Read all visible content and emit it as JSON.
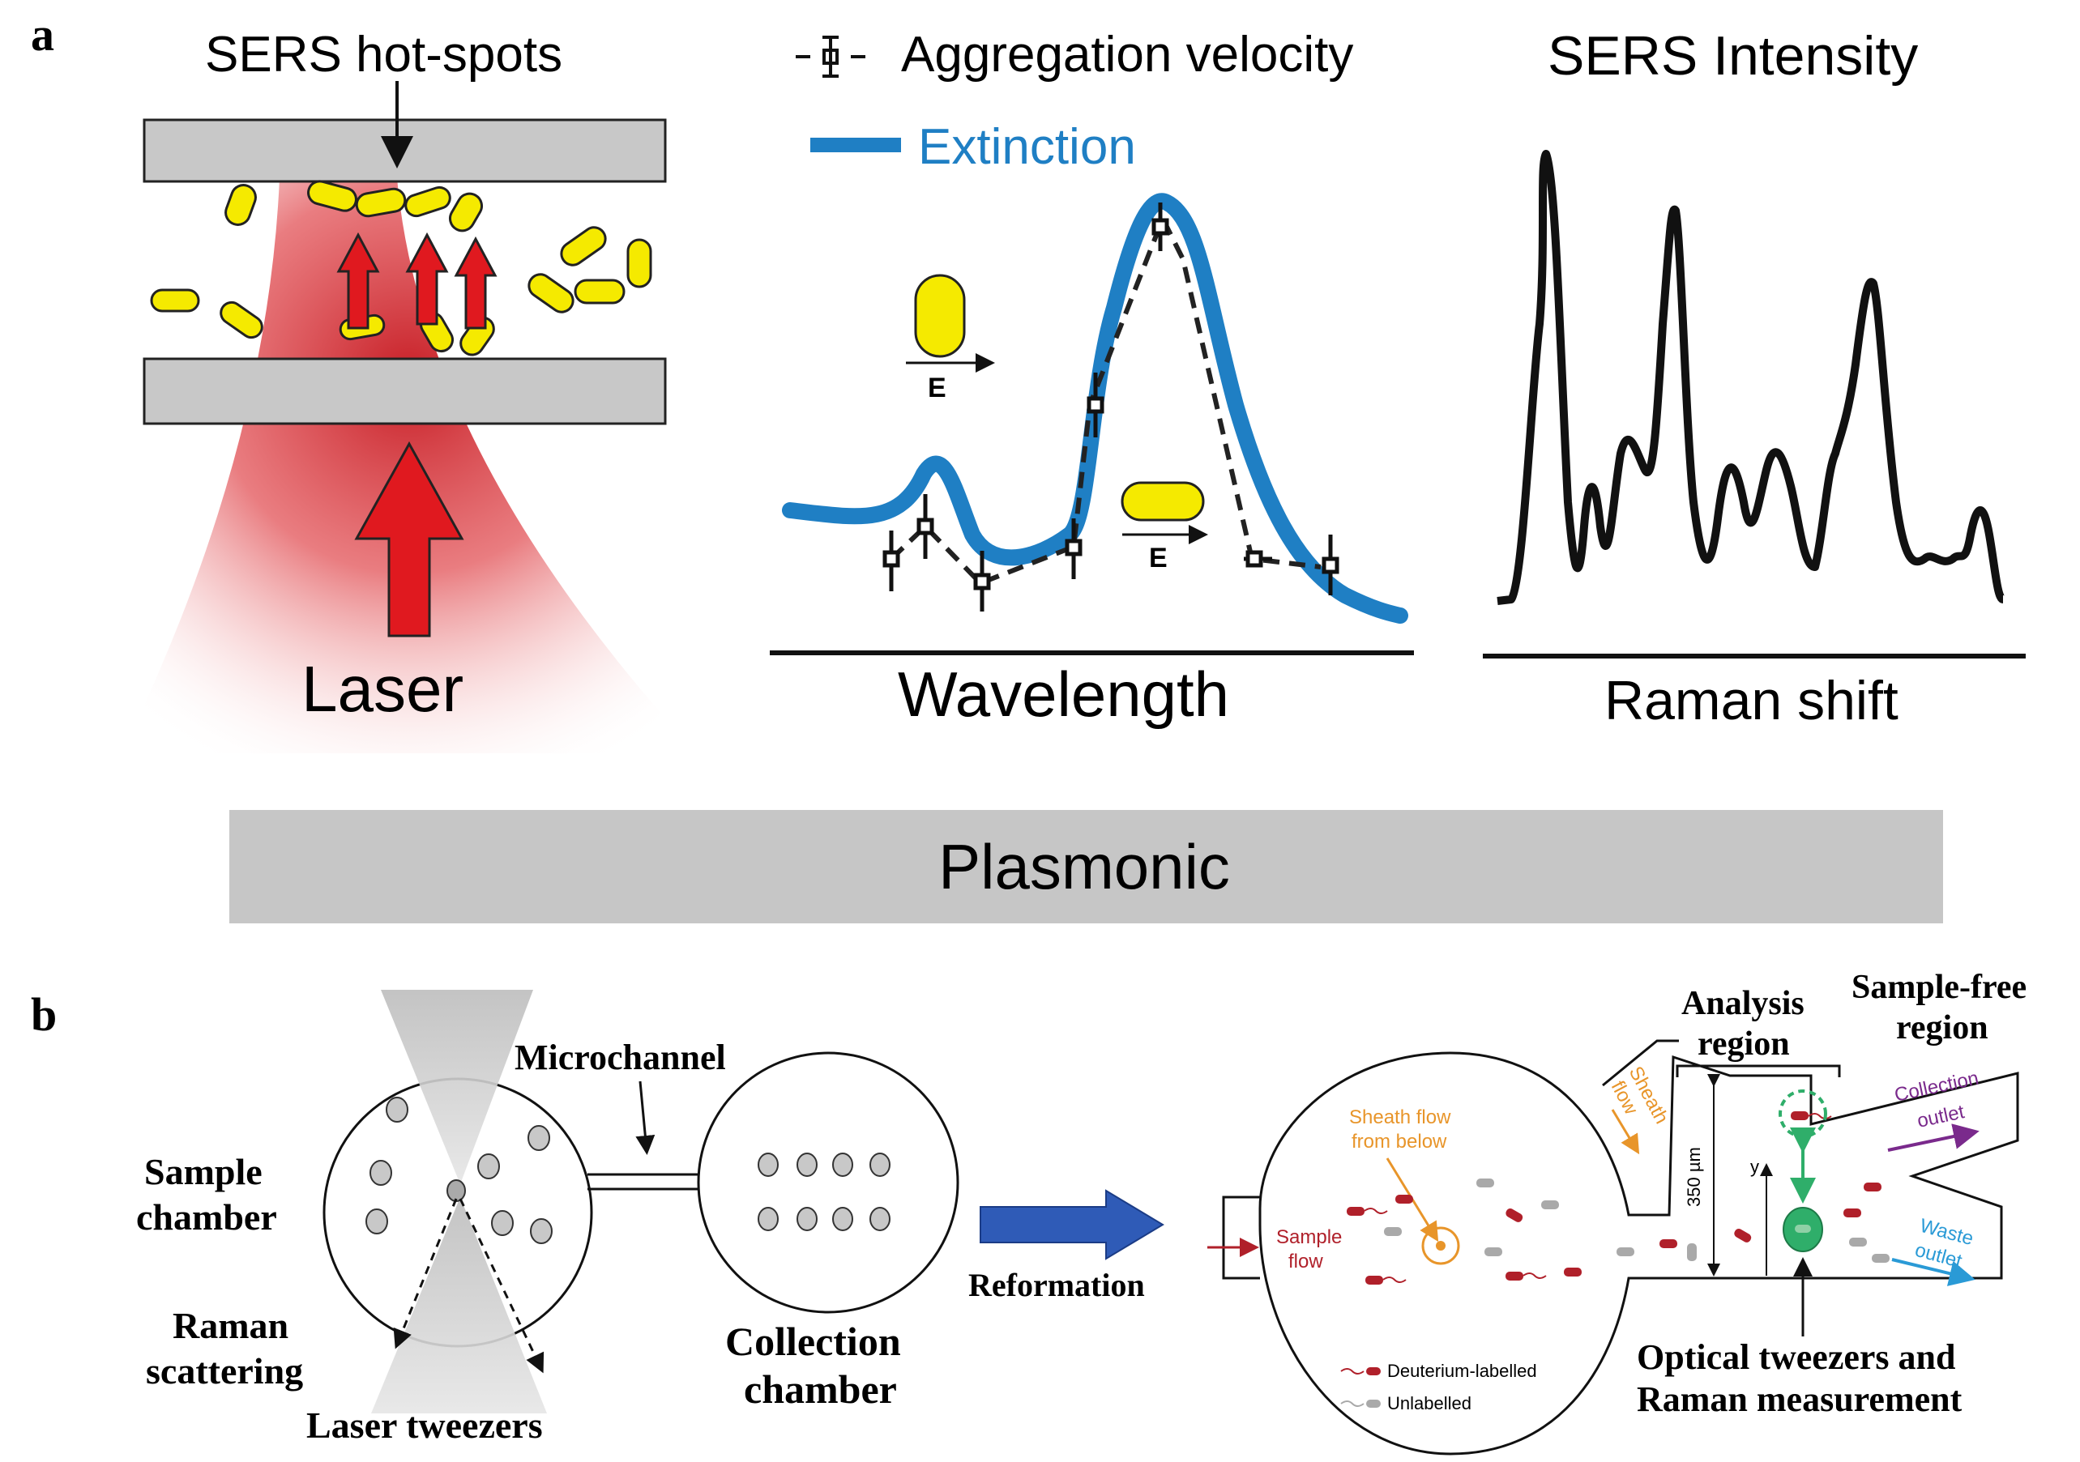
{
  "panel_a": {
    "letter": "a",
    "hotspots_label": "SERS hot-spots",
    "laser_label": "Laser",
    "legend_aggregation": "Aggregation velocity",
    "legend_extinction": "Extinction",
    "field_label_vertical": "E",
    "field_label_horizontal": "E",
    "wavelength_label": "Wavelength",
    "sers_title": "SERS Intensity",
    "raman_shift_label": "Raman shift",
    "banner_label": "Plasmonic",
    "colors": {
      "extinction": "#1f7fc4",
      "particle": "#f5ea00",
      "laser": "#e0191f",
      "plate": "#c8c8c8"
    }
  },
  "panel_b": {
    "letter": "b",
    "microchannel_label": "Microchannel",
    "sample_chamber_label_1": "Sample",
    "sample_chamber_label_2": "chamber",
    "raman_scattering_label_1": "Raman",
    "raman_scattering_label_2": "scattering",
    "laser_tweezers_label": "Laser tweezers",
    "collection_chamber_label_1": "Collection",
    "collection_chamber_label_2": "chamber",
    "reformation_label": "Reformation",
    "analysis_region_label_1": "Analysis",
    "analysis_region_label_2": "region",
    "sample_free_label_1": "Sample-free",
    "sample_free_label_2": "region",
    "sheath_flow_side_1": "Sheath",
    "sheath_flow_side_2": "flow",
    "sheath_below_1": "Sheath flow",
    "sheath_below_2": "from below",
    "sample_flow_1": "Sample",
    "sample_flow_2": "flow",
    "width_label": "350 µm",
    "y_axis_label": "y",
    "collection_outlet_1": "Collection",
    "collection_outlet_2": "outlet",
    "waste_outlet_1": "Waste",
    "waste_outlet_2": "outlet",
    "legend_deuterium": "Deuterium-labelled",
    "legend_unlabelled": "Unlabelled",
    "optical_tweezers_1": "Optical tweezers and",
    "optical_tweezers_2": "Raman measurement",
    "colors": {
      "arrow_blue": "#2f5bb7",
      "sheath": "#e8952a",
      "deuterium": "#b0202a",
      "collection": "#7a2a8c",
      "waste": "#2a9ad6",
      "trap": "#2fae6a"
    }
  }
}
